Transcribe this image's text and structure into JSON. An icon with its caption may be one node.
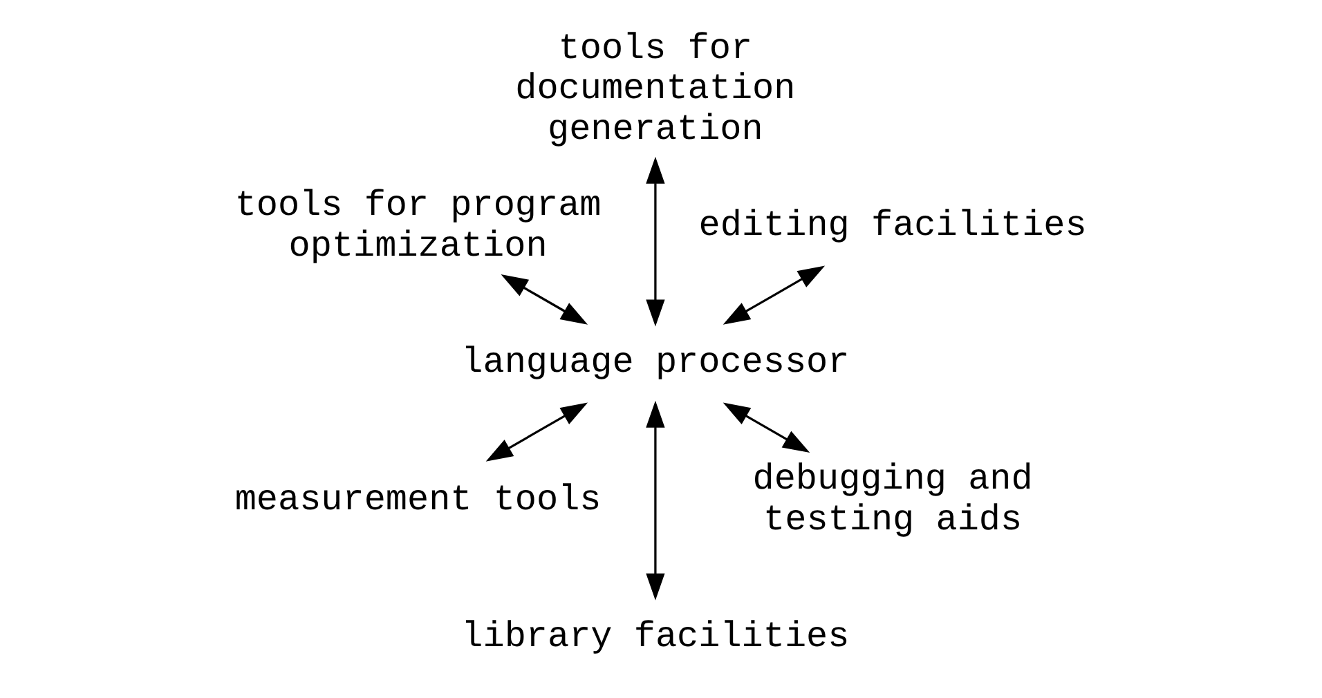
{
  "diagram": {
    "nodes": [
      {
        "text": [
          "language processor"
        ]
      },
      {
        "text": [
          "editing facilities"
        ]
      },
      {
        "text": [
          "tools for documentation generation"
        ]
      },
      {
        "text": [
          "tools for program optimization"
        ]
      },
      {
        "text": [
          "measurement tools"
        ]
      },
      {
        "text": [
          "library facilities"
        ]
      },
      {
        "text": [
          "debugging and testing aids"
        ]
      }
    ],
    "edges": [
      {
        "from": 0,
        "to": 1,
        "arrow": "both"
      },
      {
        "from": 0,
        "to": 2,
        "arrow": "both"
      },
      {
        "from": 0,
        "to": 3,
        "arrow": "both"
      },
      {
        "from": 0,
        "to": 4,
        "arrow": "both"
      },
      {
        "from": 0,
        "to": 5,
        "arrow": "both"
      },
      {
        "from": 0,
        "to": 6,
        "arrow": "both"
      }
    ]
  }
}
